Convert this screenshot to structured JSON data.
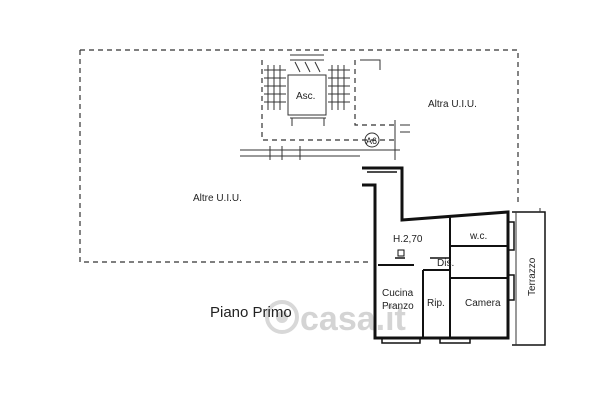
{
  "labels": {
    "elevator": "Asc.",
    "other_unit_right": "Altra U.I.U.",
    "other_units_left": "Altre U.I.U.",
    "stair_marker": "A6",
    "height": "H.2,70",
    "wc": "w.c.",
    "hall": "Dis.",
    "kitchen_line1": "Cucina",
    "kitchen_line2": "Pranzo",
    "storage": "Rip.",
    "bedroom": "Camera",
    "terrace": "Terrazzo",
    "floor": "Piano Primo",
    "watermark": "casa.it"
  },
  "colors": {
    "line": "#111111",
    "background": "#ffffff",
    "watermark": "#d4d4d4"
  }
}
